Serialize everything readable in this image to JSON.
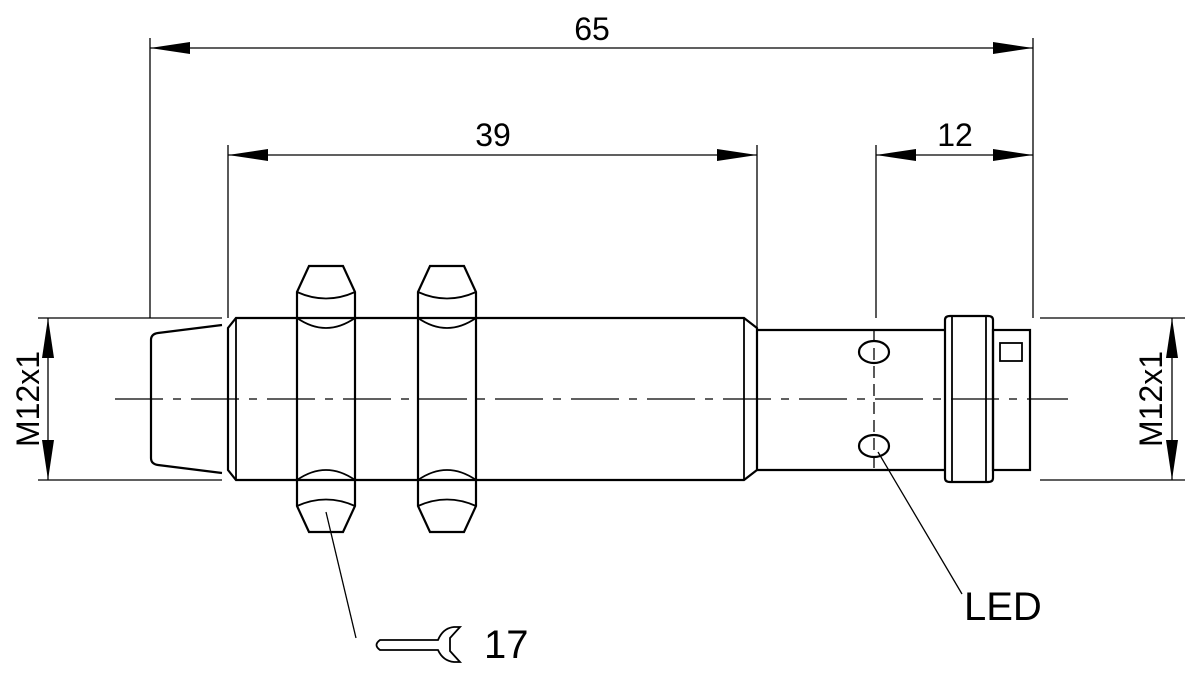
{
  "dimensions": {
    "overall_length": "65",
    "thread_length": "39",
    "connector_length": "12",
    "thread_left": "M12x1",
    "thread_right": "M12x1"
  },
  "callouts": {
    "led_label": "LED",
    "wrench_size": "17"
  },
  "icons": {
    "wrench": "open-end-wrench-icon"
  }
}
